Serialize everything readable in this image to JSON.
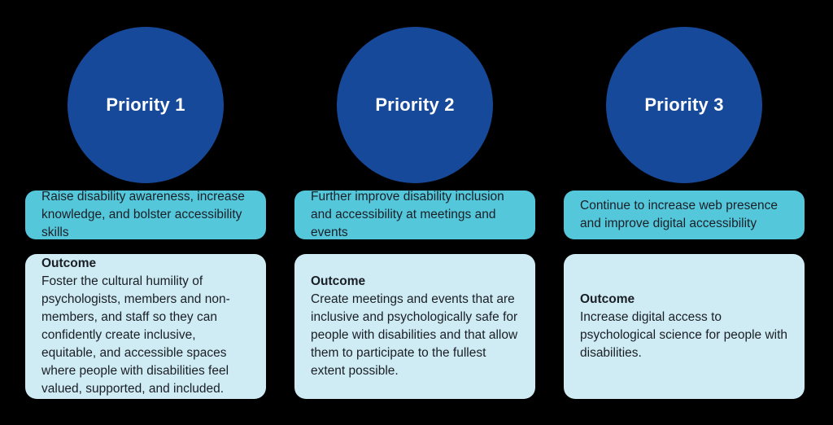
{
  "colors": {
    "background": "#000000",
    "circle_bg": "#17499A",
    "circle_text": "#FFFFFF",
    "summary_bg": "#55C7DB",
    "outcome_bg": "#CFEBF3",
    "body_text": "#1A1F26"
  },
  "columns": [
    {
      "priority": "Priority 1",
      "summary": "Raise disability awareness, increase knowledge, and bolster accessibility skills",
      "outcome_label": "Outcome",
      "outcome": "Foster the cultural humility of psychologists, members and non-members, and staff so they can confidently create inclusive, equitable, and accessible spaces where people with disabilities feel valued, supported, and included."
    },
    {
      "priority": "Priority 2",
      "summary": "Further improve disability inclusion and accessibility at meetings and events",
      "outcome_label": "Outcome",
      "outcome": "Create meetings and events that are inclusive and psychologically safe for people with disabilities and that allow them to participate to the fullest extent possible."
    },
    {
      "priority": "Priority 3",
      "summary": "Continue to increase web presence and improve digital accessibility",
      "outcome_label": "Outcome",
      "outcome": "Increase digital access to psychological science for people with disabilities."
    }
  ]
}
